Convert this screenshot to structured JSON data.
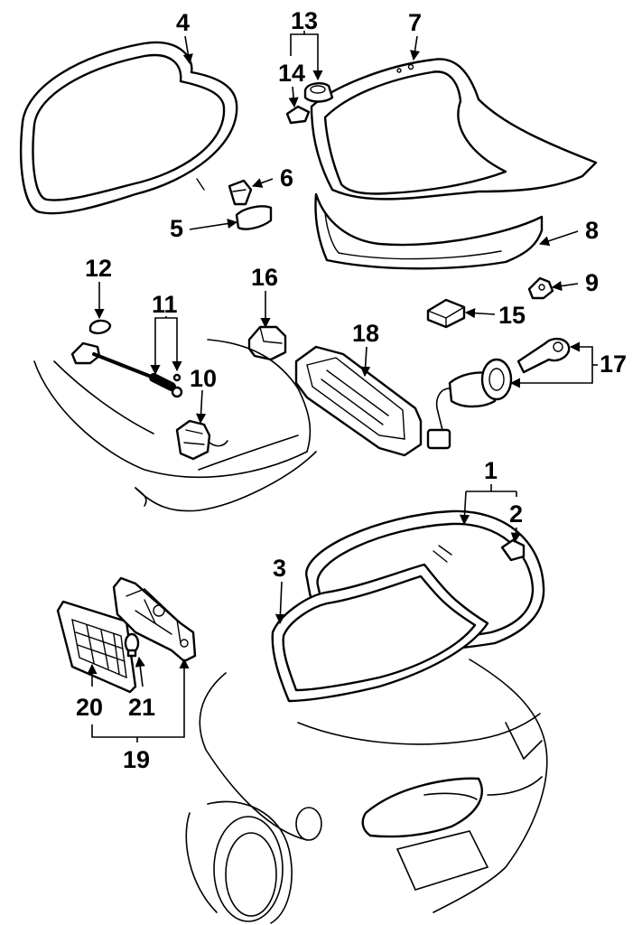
{
  "colors": {
    "ink": "#000000",
    "paper": "#ffffff"
  },
  "callouts": [
    {
      "id": "1",
      "label": "1"
    },
    {
      "id": "2",
      "label": "2"
    },
    {
      "id": "3",
      "label": "3"
    },
    {
      "id": "4",
      "label": "4"
    },
    {
      "id": "5",
      "label": "5"
    },
    {
      "id": "6",
      "label": "6"
    },
    {
      "id": "7",
      "label": "7"
    },
    {
      "id": "8",
      "label": "8"
    },
    {
      "id": "9",
      "label": "9"
    },
    {
      "id": "10",
      "label": "10"
    },
    {
      "id": "11",
      "label": "11"
    },
    {
      "id": "12",
      "label": "12"
    },
    {
      "id": "13",
      "label": "13"
    },
    {
      "id": "14",
      "label": "14"
    },
    {
      "id": "15",
      "label": "15"
    },
    {
      "id": "16",
      "label": "16"
    },
    {
      "id": "17",
      "label": "17"
    },
    {
      "id": "18",
      "label": "18"
    },
    {
      "id": "19",
      "label": "19"
    },
    {
      "id": "20",
      "label": "20"
    },
    {
      "id": "21",
      "label": "21"
    }
  ]
}
